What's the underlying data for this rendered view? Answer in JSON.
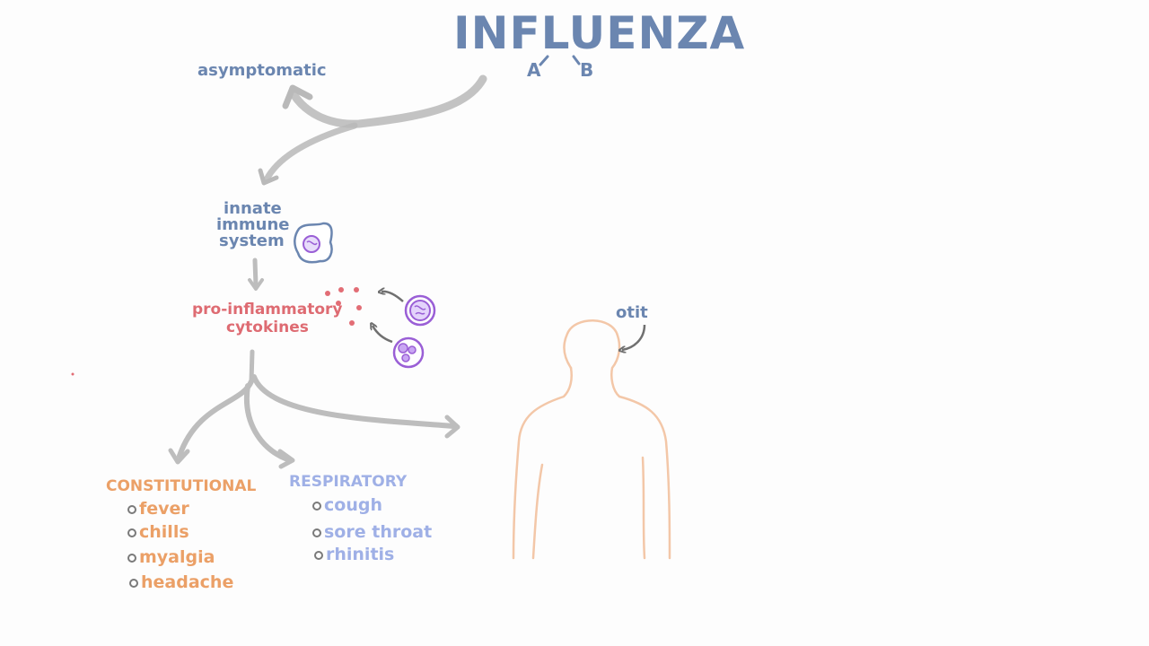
{
  "title": "INFLUENZA",
  "types": {
    "a": "A",
    "b": "B"
  },
  "outcomes": {
    "asymptomatic": "asymptomatic",
    "innate_immune_line1": "innate",
    "innate_immune_line2": "immune",
    "innate_immune_line3": "system",
    "cytokines_line1": "pro-inflammatory",
    "cytokines_line2": "cytokines"
  },
  "constitutional": {
    "heading": "CONSTITUTIONAL",
    "items": [
      "fever",
      "chills",
      "myalgia",
      "headache"
    ]
  },
  "respiratory": {
    "heading": "RESPIRATORY",
    "items": [
      "cough",
      "sore throat",
      "rhinitis"
    ]
  },
  "body": {
    "ear_label": "otit"
  },
  "colors": {
    "blue": "#6b86b0",
    "red": "#de6b72",
    "orange": "#eba067",
    "lilac": "#9fb0e6",
    "purple": "#9a5fd6",
    "skin": "#f3c7a8",
    "arrow": "#b4b4b4"
  },
  "icons": {
    "macrophage": "macrophage-cell-icon",
    "lymphocyte": "lymphocyte-cell-icon",
    "neutrophil": "neutrophil-cell-icon",
    "body": "human-body-outline-icon"
  }
}
